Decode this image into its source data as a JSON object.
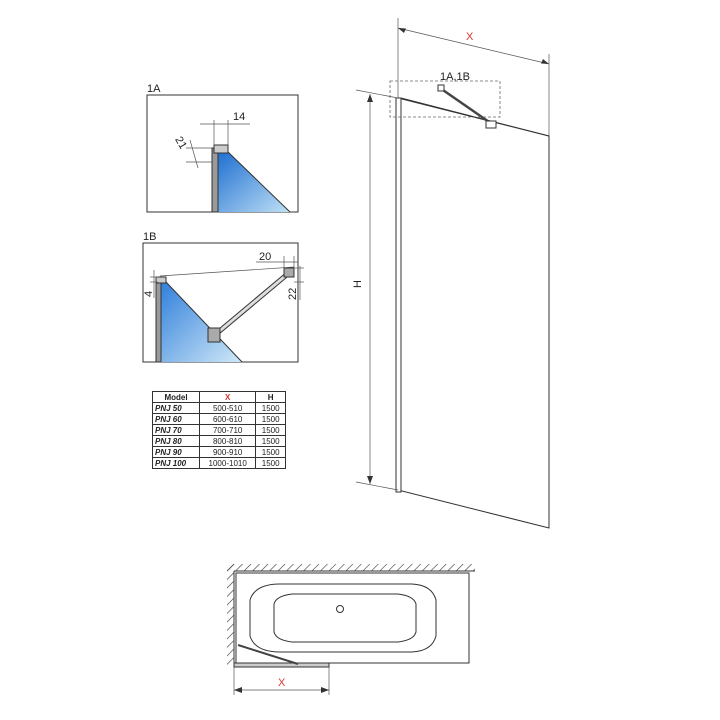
{
  "labels": {
    "x_top": "X",
    "h_side": "H",
    "callout": "1A,1B",
    "detail_a": "1A",
    "detail_b": "1B",
    "dim_14": "14",
    "dim_21": "21",
    "dim_20": "20",
    "dim_4": "4",
    "dim_22": "22",
    "x_bottom": "X"
  },
  "table": {
    "headers": [
      "Model",
      "X",
      "H"
    ],
    "rows": [
      [
        "PNJ 50",
        "500-510",
        "1500"
      ],
      [
        "PNJ 60",
        "600-610",
        "1500"
      ],
      [
        "PNJ 70",
        "700-710",
        "1500"
      ],
      [
        "PNJ 80",
        "800-810",
        "1500"
      ],
      [
        "PNJ 90",
        "900-910",
        "1500"
      ],
      [
        "PNJ 100",
        "1000-1010",
        "1500"
      ]
    ]
  },
  "colors": {
    "glass_blue": "#4a8fd8",
    "accent_red": "#d43a2f"
  }
}
